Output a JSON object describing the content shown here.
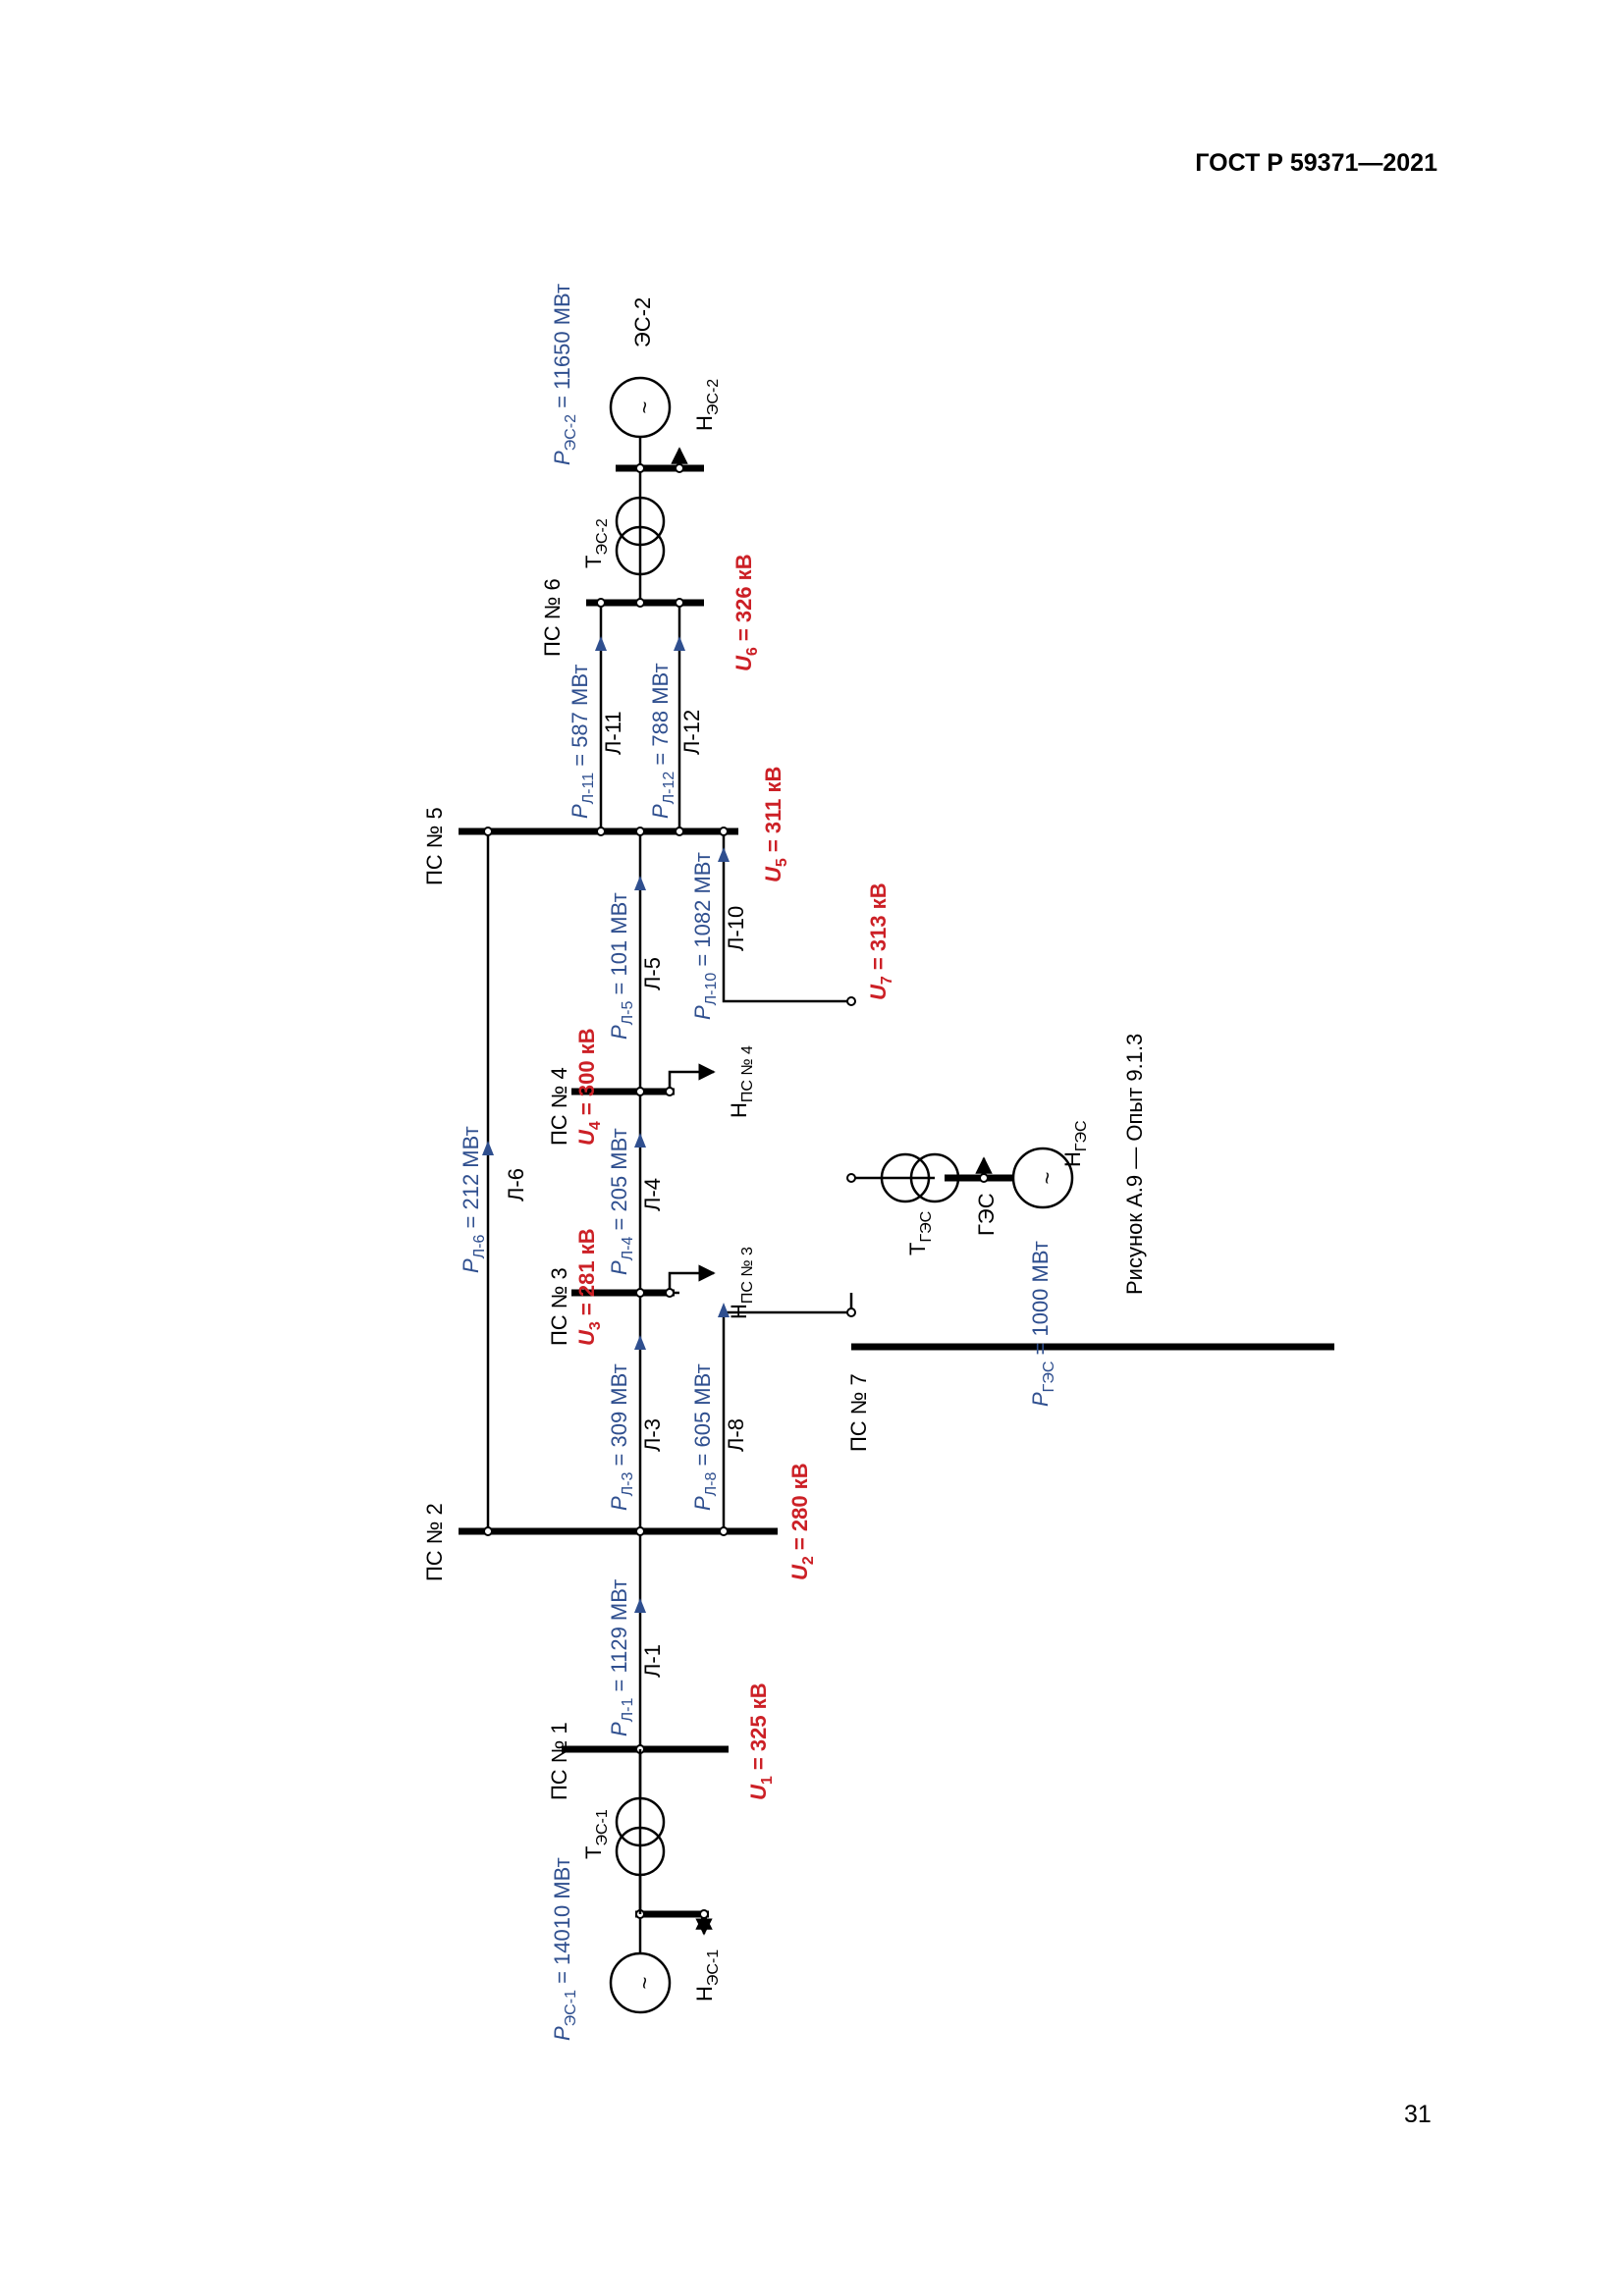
{
  "header": {
    "doc_id": "ГОСТ Р 59371—2021"
  },
  "page": {
    "number": "31"
  },
  "figure": {
    "caption": "Рисунок А.9 — Опыт 9.1.3"
  },
  "colors": {
    "power": "#2f4f8f",
    "voltage": "#cc2026",
    "line": "#000000"
  },
  "substations": {
    "ps1": "ПС № 1",
    "ps2": "ПС № 2",
    "ps3": "ПС № 3",
    "ps4": "ПС № 4",
    "ps5": "ПС № 5",
    "ps6": "ПС № 6",
    "ps7": "ПС № 7"
  },
  "voltages": {
    "u1": {
      "sym": "U",
      "sub": "1",
      "value": " = 325 кВ"
    },
    "u2": {
      "sym": "U",
      "sub": "2",
      "value": " = 280 кВ"
    },
    "u3": {
      "sym": "U",
      "sub": "3",
      "value": " = 281 кВ"
    },
    "u4": {
      "sym": "U",
      "sub": "4",
      "value": " = 300 кВ"
    },
    "u5": {
      "sym": "U",
      "sub": "5",
      "value": " = 311 кВ"
    },
    "u6": {
      "sym": "U",
      "sub": "6",
      "value": " = 326 кВ"
    },
    "u7": {
      "sym": "U",
      "sub": "7",
      "value": " = 313 кВ"
    }
  },
  "lines": {
    "l1": "Л-1",
    "l3": "Л-3",
    "l4": "Л-4",
    "l5": "Л-5",
    "l6": "Л-6",
    "l8": "Л-8",
    "l10": "Л-10",
    "l11": "Л-11",
    "l12": "Л-12"
  },
  "flows": {
    "pl1": {
      "sym": "P",
      "sub": "Л-1",
      "value": " = 1129 МВт"
    },
    "pl3": {
      "sym": "P",
      "sub": "Л-3",
      "value": " = 309 МВт"
    },
    "pl4": {
      "sym": "P",
      "sub": "Л-4",
      "value": " = 205 МВт"
    },
    "pl5": {
      "sym": "P",
      "sub": "Л-5",
      "value": " = 101 МВт"
    },
    "pl6": {
      "sym": "P",
      "sub": "Л-6",
      "value": " = 212 МВт"
    },
    "pl8": {
      "sym": "P",
      "sub": "Л-8",
      "value": " = 605 МВт"
    },
    "pl10": {
      "sym": "P",
      "sub": "Л-10",
      "value": " = 1082 МВт"
    },
    "pl11": {
      "sym": "P",
      "sub": "Л-11",
      "value": " = 587 МВт"
    },
    "pl12": {
      "sym": "P",
      "sub": "Л-12",
      "value": " = 788 МВт"
    }
  },
  "generators": {
    "pes1": {
      "sym": "P",
      "sub": "ЭС-1",
      "value": " = 14010 МВт"
    },
    "pes2": {
      "sym": "P",
      "sub": "ЭС-2",
      "value": " = 11650 МВт"
    },
    "pges": {
      "sym": "P",
      "sub": "ГЭС",
      "value": " = 1000 МВт"
    },
    "es2_label": "ЭС-2",
    "ges_label": "ГЭС",
    "gen_symbol": "~"
  },
  "transformers": {
    "tes1": {
      "sym": "Т",
      "sub": "ЭС-1"
    },
    "tes2": {
      "sym": "Т",
      "sub": "ЭС-2"
    },
    "tges": {
      "sym": "Т",
      "sub": "ГЭС"
    }
  },
  "loads": {
    "hes1": {
      "sym": "Н",
      "sub": "ЭС-1"
    },
    "hes2": {
      "sym": "Н",
      "sub": "ЭС-2"
    },
    "hps3": {
      "sym": "Н",
      "sub": "ПС № 3"
    },
    "hps4": {
      "sym": "Н",
      "sub": "ПС № 4"
    },
    "hges": {
      "sym": "Н",
      "sub": "ГЭС"
    }
  }
}
